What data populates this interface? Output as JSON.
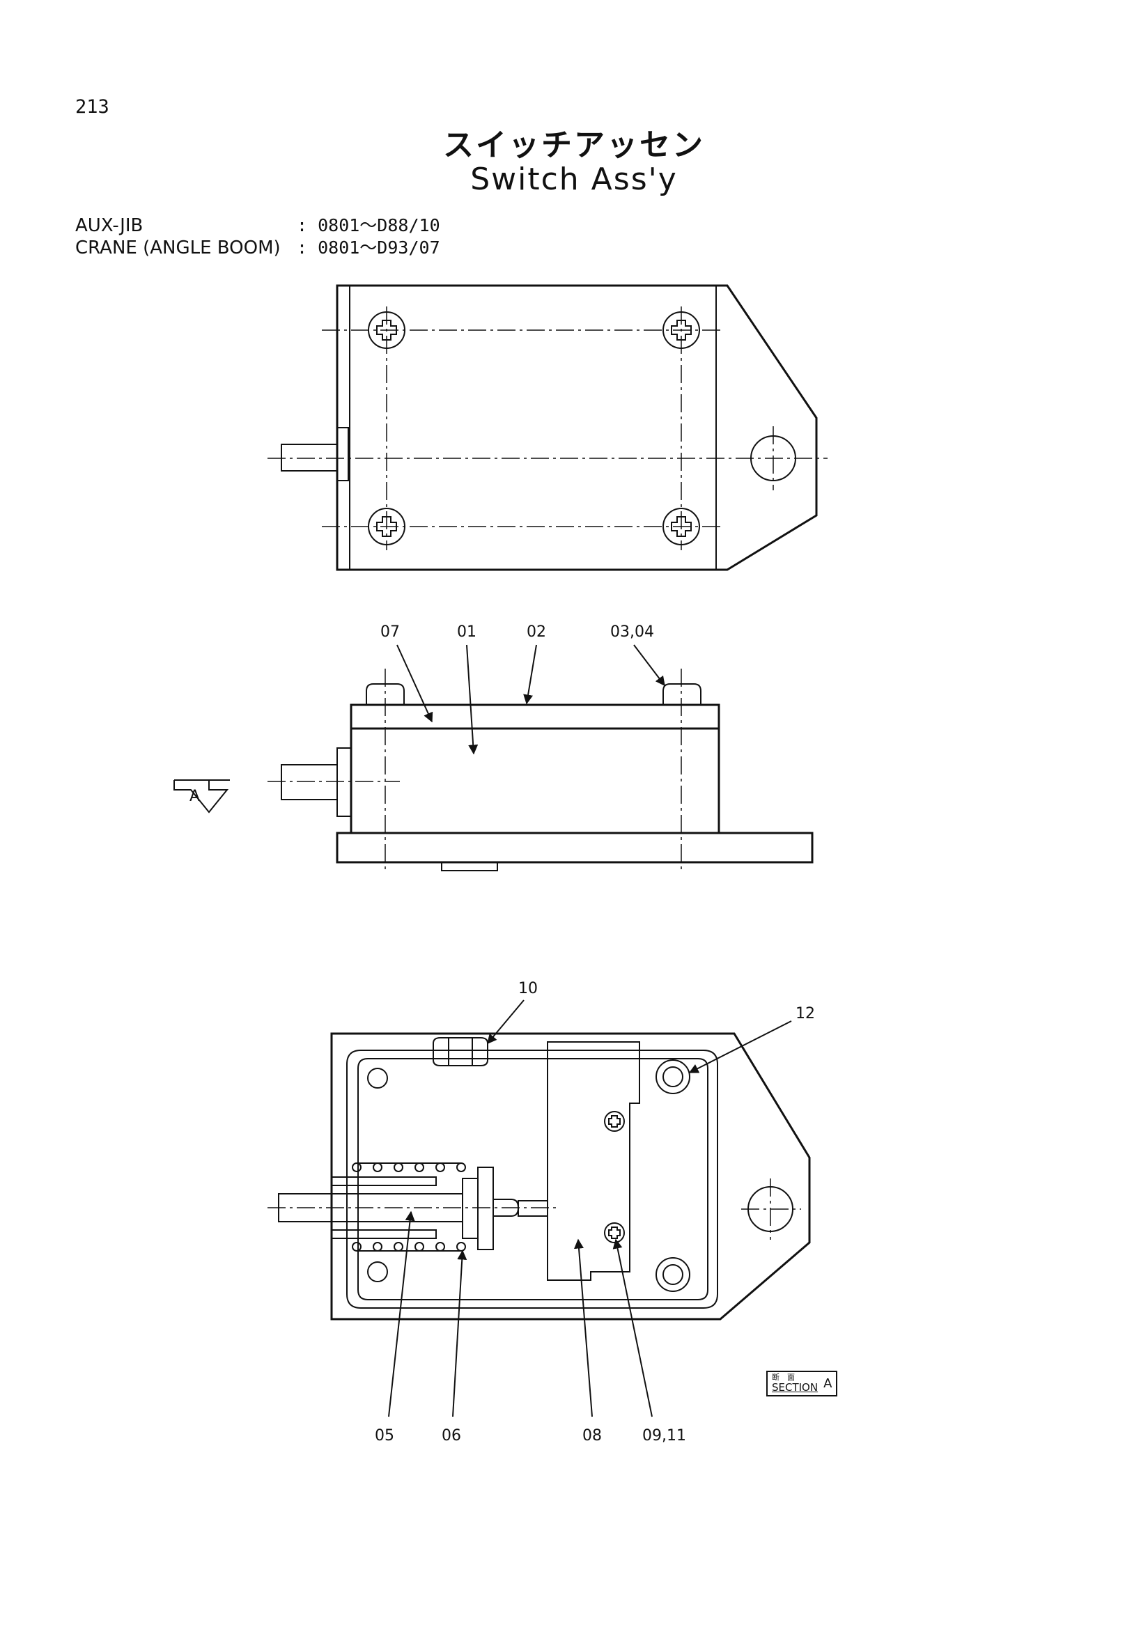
{
  "page_number": "213",
  "title_jp": "スイッチアッセン",
  "title_en": "Switch Ass'y",
  "applicability": [
    {
      "label": "AUX-JIB",
      "range": ": 0801〜D88/10"
    },
    {
      "label": "CRANE (ANGLE BOOM)",
      "range": ": 0801〜D93/07"
    }
  ],
  "view_marker": "A",
  "section": {
    "jp": "断　面",
    "en": "SECTION",
    "view": "A"
  },
  "callouts_side_view": [
    "07",
    "01",
    "02",
    "03,04"
  ],
  "callouts_section_top": [
    "10",
    "12"
  ],
  "callouts_section_bottom": [
    "05",
    "06",
    "08",
    "09,11"
  ]
}
